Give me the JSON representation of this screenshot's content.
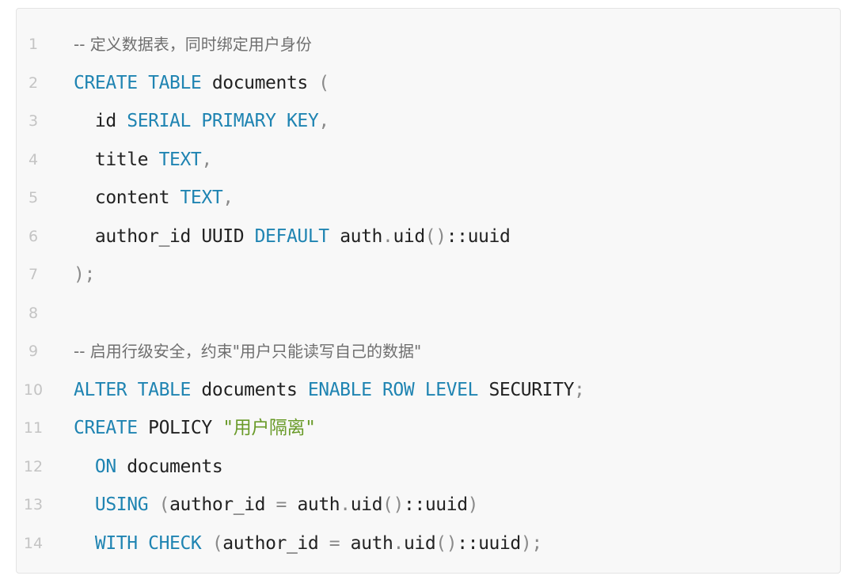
{
  "colors": {
    "keyword": "#1f84b2",
    "punct": "#8a8a8a",
    "string": "#6a9b2a",
    "comment": "#6f6f6f",
    "plain": "#222222",
    "line_number": "#c4c4c4",
    "background": "#f8f8f8"
  },
  "code_block": {
    "language": "sql",
    "lines": [
      {
        "number": "1",
        "comment": true,
        "tokens": [
          {
            "t": "comment",
            "text": "-- 定义数据表，同时绑定用户身份"
          }
        ]
      },
      {
        "number": "2",
        "tokens": [
          {
            "t": "keyword",
            "text": "CREATE TABLE"
          },
          {
            "t": "plain",
            "text": " documents "
          },
          {
            "t": "punct",
            "text": "("
          }
        ]
      },
      {
        "number": "3",
        "tokens": [
          {
            "t": "plain",
            "text": "  id "
          },
          {
            "t": "keyword",
            "text": "SERIAL PRIMARY KEY"
          },
          {
            "t": "punct",
            "text": ","
          }
        ]
      },
      {
        "number": "4",
        "tokens": [
          {
            "t": "plain",
            "text": "  title "
          },
          {
            "t": "keyword",
            "text": "TEXT"
          },
          {
            "t": "punct",
            "text": ","
          }
        ]
      },
      {
        "number": "5",
        "tokens": [
          {
            "t": "plain",
            "text": "  content "
          },
          {
            "t": "keyword",
            "text": "TEXT"
          },
          {
            "t": "punct",
            "text": ","
          }
        ]
      },
      {
        "number": "6",
        "tokens": [
          {
            "t": "plain",
            "text": "  author_id UUID "
          },
          {
            "t": "keyword",
            "text": "DEFAULT"
          },
          {
            "t": "plain",
            "text": " auth"
          },
          {
            "t": "punct",
            "text": "."
          },
          {
            "t": "plain",
            "text": "uid"
          },
          {
            "t": "punct",
            "text": "()"
          },
          {
            "t": "plain",
            "text": "::uuid"
          }
        ]
      },
      {
        "number": "7",
        "tokens": [
          {
            "t": "punct",
            "text": ");"
          }
        ]
      },
      {
        "number": "8",
        "tokens": []
      },
      {
        "number": "9",
        "comment": true,
        "tokens": [
          {
            "t": "comment",
            "text": "-- 启用行级安全，约束\"用户只能读写自己的数据\""
          }
        ]
      },
      {
        "number": "10",
        "tokens": [
          {
            "t": "keyword",
            "text": "ALTER TABLE"
          },
          {
            "t": "plain",
            "text": " documents "
          },
          {
            "t": "keyword",
            "text": "ENABLE ROW LEVEL"
          },
          {
            "t": "plain",
            "text": " SECURITY"
          },
          {
            "t": "punct",
            "text": ";"
          }
        ]
      },
      {
        "number": "11",
        "tokens": [
          {
            "t": "keyword",
            "text": "CREATE"
          },
          {
            "t": "plain",
            "text": " POLICY "
          },
          {
            "t": "string",
            "text": "\"用户隔离\""
          }
        ]
      },
      {
        "number": "12",
        "tokens": [
          {
            "t": "plain",
            "text": "  "
          },
          {
            "t": "keyword",
            "text": "ON"
          },
          {
            "t": "plain",
            "text": " documents"
          }
        ]
      },
      {
        "number": "13",
        "tokens": [
          {
            "t": "plain",
            "text": "  "
          },
          {
            "t": "keyword",
            "text": "USING"
          },
          {
            "t": "plain",
            "text": " "
          },
          {
            "t": "punct",
            "text": "("
          },
          {
            "t": "plain",
            "text": "author_id "
          },
          {
            "t": "punct",
            "text": "="
          },
          {
            "t": "plain",
            "text": " auth"
          },
          {
            "t": "punct",
            "text": "."
          },
          {
            "t": "plain",
            "text": "uid"
          },
          {
            "t": "punct",
            "text": "()"
          },
          {
            "t": "plain",
            "text": "::uuid"
          },
          {
            "t": "punct",
            "text": ")"
          }
        ]
      },
      {
        "number": "14",
        "tokens": [
          {
            "t": "plain",
            "text": "  "
          },
          {
            "t": "keyword",
            "text": "WITH CHECK"
          },
          {
            "t": "plain",
            "text": " "
          },
          {
            "t": "punct",
            "text": "("
          },
          {
            "t": "plain",
            "text": "author_id "
          },
          {
            "t": "punct",
            "text": "="
          },
          {
            "t": "plain",
            "text": " auth"
          },
          {
            "t": "punct",
            "text": "."
          },
          {
            "t": "plain",
            "text": "uid"
          },
          {
            "t": "punct",
            "text": "()"
          },
          {
            "t": "plain",
            "text": "::uuid"
          },
          {
            "t": "punct",
            "text": ");"
          }
        ]
      }
    ]
  }
}
